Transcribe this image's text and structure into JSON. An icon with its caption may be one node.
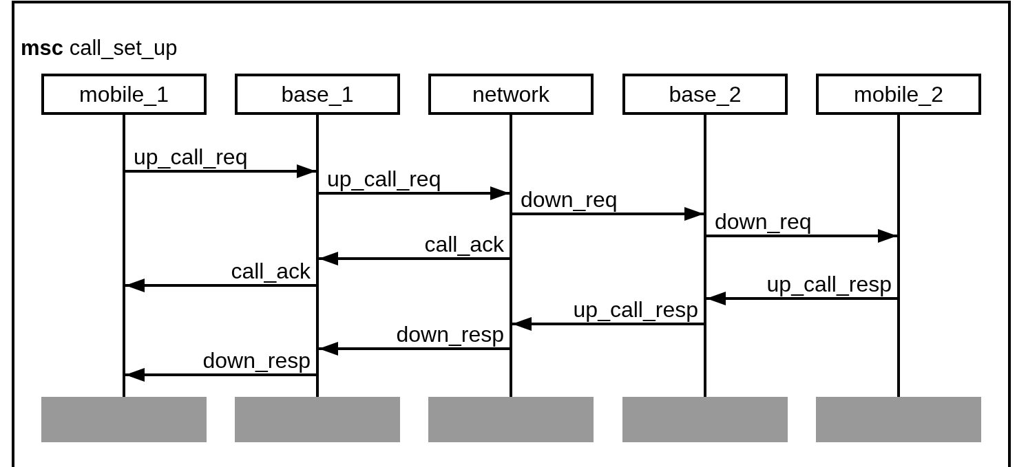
{
  "diagram": {
    "title": "**msc** call_set_up",
    "nodes": [
      {
        "text": [
          "mobile_1"
        ]
      },
      {
        "text": [
          "base_1"
        ]
      },
      {
        "text": [
          "network"
        ]
      },
      {
        "text": [
          "base_2"
        ]
      },
      {
        "text": [
          "mobile_2"
        ]
      },
      {
        "text": [],
        "shape": "line"
      },
      {
        "text": [],
        "shape": "line"
      },
      {
        "text": [],
        "shape": "line"
      },
      {
        "text": [],
        "shape": "line"
      },
      {
        "text": [],
        "shape": "line"
      },
      {
        "text": [],
        "shape": "bar"
      },
      {
        "text": [],
        "shape": "bar"
      },
      {
        "text": [],
        "shape": "bar"
      },
      {
        "text": [],
        "shape": "bar"
      },
      {
        "text": [],
        "shape": "bar"
      }
    ],
    "edges": [
      {
        "from": 5,
        "to": 6,
        "arrow": "to",
        "label": "up_call_req"
      },
      {
        "from": 6,
        "to": 7,
        "arrow": "to",
        "label": "up_call_req"
      },
      {
        "from": 7,
        "to": 8,
        "arrow": "to",
        "label": "down_req"
      },
      {
        "from": 8,
        "to": 9,
        "arrow": "to",
        "label": "down_req"
      },
      {
        "from": 7,
        "to": 6,
        "arrow": "to",
        "label": "call_ack"
      },
      {
        "from": 6,
        "to": 5,
        "arrow": "to",
        "label": "call_ack"
      },
      {
        "from": 9,
        "to": 8,
        "arrow": "to",
        "label": "up_call_resp"
      },
      {
        "from": 8,
        "to": 7,
        "arrow": "to",
        "label": "up_call_resp"
      },
      {
        "from": 7,
        "to": 6,
        "arrow": "to",
        "label": "down_resp"
      },
      {
        "from": 6,
        "to": 5,
        "arrow": "to",
        "label": "down_resp"
      }
    ]
  }
}
